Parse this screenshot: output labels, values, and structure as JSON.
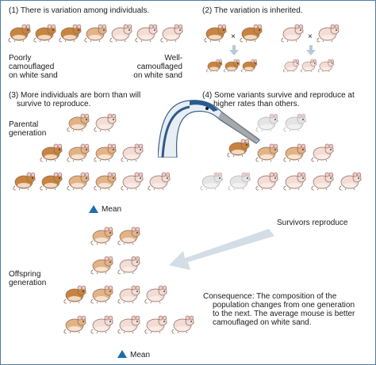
{
  "panels": {
    "p1": {
      "heading": "(1) There is variation among individuals.",
      "left_label_1": "Poorly",
      "left_label_2": "camouflaged",
      "left_label_3": "on white sand",
      "right_label_1": "Well-",
      "right_label_2": "camouflaged",
      "right_label_3": "on white sand"
    },
    "p2": {
      "heading": "(2) The variation is inherited.",
      "cross_symbol": "×"
    },
    "p3": {
      "heading_1": "(3) More individuals are born than will",
      "heading_2": "survive to reproduce.",
      "parental_1": "Parental",
      "parental_2": "generation",
      "mean_label": "Mean"
    },
    "p4": {
      "heading_1": "(4) Some variants survive and reproduce at",
      "heading_2": "higher rates than others.",
      "survivors": "Survivors reproduce"
    },
    "offspring": {
      "label_1": "Offspring",
      "label_2": "generation",
      "mean_label": "Mean"
    },
    "consequence": {
      "line_1": "Consequence: The composition of the",
      "line_2": "population changes from one generation",
      "line_3": "to the next. The average mouse is better",
      "line_4": "camouflaged on white sand."
    }
  },
  "colors": {
    "mouse_dark": "#c8843e",
    "mouse_medium": "#e3b386",
    "mouse_light": "#f3dcd6",
    "mouse_gray": "#e4e4e4",
    "accent_blue": "#1a6fa8",
    "frame": "#4d7fa8"
  }
}
